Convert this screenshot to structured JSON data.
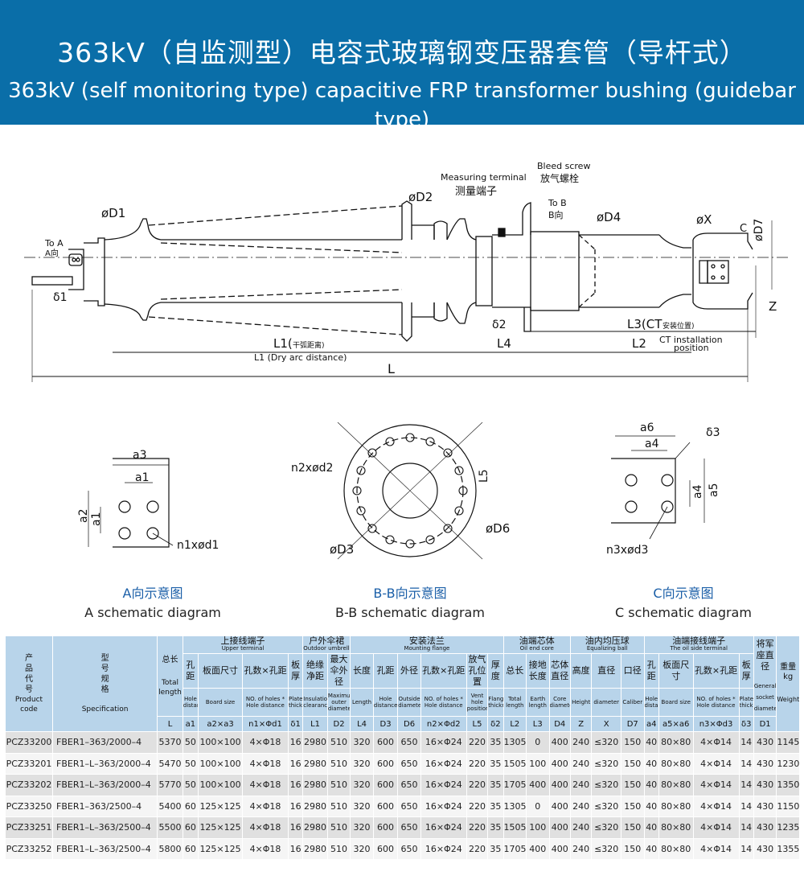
{
  "title": {
    "cn": "363kV（自监测型）电容式玻璃钢变压器套管（导杆式）",
    "en": "363kV (self monitoring type) capacitive FRP transformer bushing (guidebar type)"
  },
  "drawing": {
    "to_a": "To A",
    "to_a_cn": "A向",
    "d1_dim": "øD1",
    "delta1": "δ1",
    "d2_dim": "øD2",
    "measuring_terminal": "Measuring terminal",
    "measuring_terminal_cn": "测量端子",
    "bleed_screw": "Bleed screw",
    "bleed_screw_cn": "放气螺栓",
    "to_b": "To B",
    "to_b_cn": "B向",
    "d4_dim": "øD4",
    "x_dim": "øX",
    "c_label": "C",
    "d7_dim": "øD7",
    "z_label": "Z",
    "delta2": "δ2",
    "l4": "L4",
    "l2": "L2",
    "l3": "L3(CT",
    "l3_cn": "安装位置)",
    "ct_install": "CT installation",
    "ct_position": "position",
    "l1": "L1(",
    "l1_cn": "干弧距离)",
    "l1_en": "L1 (Dry arc distance)",
    "l": "L"
  },
  "views": {
    "a": {
      "a3": "a3",
      "a1h": "a1",
      "a2": "a2",
      "a1v": "a1",
      "n1": "n1xød1",
      "cap_cn": "A向示意图",
      "cap_en": "A  schematic diagram"
    },
    "b": {
      "n2": "n2xød2",
      "l5": "L5",
      "d6": "øD6",
      "d3": "øD3",
      "cap_cn": "B-B向示意图",
      "cap_en": "B-B  schematic diagram"
    },
    "c": {
      "a6": "a6",
      "a4h": "a4",
      "d3": "δ3",
      "a4v": "a4",
      "a5": "a5",
      "n3": "n3xød3",
      "cap_cn": "C向示意图",
      "cap_en": "C  schematic diagram"
    }
  },
  "table": {
    "groups": [
      {
        "cn": "上接线端子",
        "en": "Upper terminal"
      },
      {
        "cn": "户外伞裙",
        "en": "Outdoor umbrella skirt"
      },
      {
        "cn": "安装法兰",
        "en": "Mounting flange"
      },
      {
        "cn": "油端芯体",
        "en": "Oil end core"
      },
      {
        "cn": "油内均压球",
        "en": "Equalizing ball"
      },
      {
        "cn": "油端接线端子",
        "en": "The oil side terminal"
      }
    ],
    "lead": {
      "code_cn": "产品代号",
      "code_en": "Product code",
      "spec_cn": "型号规格",
      "spec_en": "Specification",
      "total_cn": "总长",
      "total_en": "Total length",
      "weight_cn": "重量kg",
      "weight_en": "Weight"
    },
    "cols": [
      {
        "cn": "孔距",
        "en": "Hole distance",
        "sym": "a1"
      },
      {
        "cn": "板面尺寸",
        "en": "Board size",
        "sym": "a2×a3"
      },
      {
        "cn": "孔数×孔距",
        "en": "NO. of holes * Hole distance",
        "sym": "n1×Φd1"
      },
      {
        "cn": "板厚",
        "en": "Plate thickness",
        "sym": "δ1"
      },
      {
        "cn": "绝缘净距",
        "en": "Insulation clearance",
        "sym": "L1"
      },
      {
        "cn": "最大伞外径",
        "en": "Maximum outer diameter",
        "sym": "D2"
      },
      {
        "cn": "长度",
        "en": "Length",
        "sym": "L4"
      },
      {
        "cn": "孔距",
        "en": "Hole distance",
        "sym": "D3"
      },
      {
        "cn": "外径",
        "en": "Outside diameter",
        "sym": "D6"
      },
      {
        "cn": "孔数×孔距",
        "en": "NO. of holes * Hole distance",
        "sym": "n2×Φd2"
      },
      {
        "cn": "放气孔位置",
        "en": "Vent hole position",
        "sym": "L5"
      },
      {
        "cn": "厚度",
        "en": "Flange thickness",
        "sym": "δ2"
      },
      {
        "cn": "总长",
        "en": "Total length",
        "sym": "L2"
      },
      {
        "cn": "接地长度",
        "en": "Earth length",
        "sym": "L3"
      },
      {
        "cn": "芯体直径",
        "en": "Core diameter",
        "sym": "D4"
      },
      {
        "cn": "高度",
        "en": "Height",
        "sym": "Z"
      },
      {
        "cn": "直径",
        "en": "diameter",
        "sym": "X"
      },
      {
        "cn": "口径",
        "en": "Caliber",
        "sym": "D7"
      },
      {
        "cn": "孔距",
        "en": "Hole distance",
        "sym": "a4"
      },
      {
        "cn": "板面尺寸",
        "en": "Board size",
        "sym": "a5×a6"
      },
      {
        "cn": "孔数×孔距",
        "en": "NO. of holes * Hole distance",
        "sym": "n3×Φd3"
      },
      {
        "cn": "板厚",
        "en": "Plate thickness",
        "sym": "δ3"
      },
      {
        "cn": "将军座直径",
        "en": "General socket diameter",
        "sym": "D1"
      }
    ],
    "lead_syms": {
      "total": "L"
    },
    "rows": [
      [
        "PCZ33200",
        "FBER1–363/2000–4",
        "5370",
        "50",
        "100×100",
        "4×Φ18",
        "16",
        "2980",
        "510",
        "320",
        "600",
        "650",
        "16×Φ24",
        "220",
        "35",
        "1305",
        "0",
        "400",
        "240",
        "≤320",
        "150",
        "40",
        "80×80",
        "4×Φ14",
        "14",
        "430",
        "1145"
      ],
      [
        "PCZ33201",
        "FBER1–L–363/2000–4",
        "5470",
        "50",
        "100×100",
        "4×Φ18",
        "16",
        "2980",
        "510",
        "320",
        "600",
        "650",
        "16×Φ24",
        "220",
        "35",
        "1505",
        "100",
        "400",
        "240",
        "≤320",
        "150",
        "40",
        "80×80",
        "4×Φ14",
        "14",
        "430",
        "1230"
      ],
      [
        "PCZ33202",
        "FBER1–L–363/2000–4",
        "5770",
        "50",
        "100×100",
        "4×Φ18",
        "16",
        "2980",
        "510",
        "320",
        "600",
        "650",
        "16×Φ24",
        "220",
        "35",
        "1705",
        "400",
        "400",
        "240",
        "≤320",
        "150",
        "40",
        "80×80",
        "4×Φ14",
        "14",
        "430",
        "1350"
      ],
      [
        "PCZ33250",
        "FBER1–363/2500–4",
        "5400",
        "60",
        "125×125",
        "4×Φ18",
        "16",
        "2980",
        "510",
        "320",
        "600",
        "650",
        "16×Φ24",
        "220",
        "35",
        "1305",
        "0",
        "400",
        "240",
        "≤320",
        "150",
        "40",
        "80×80",
        "4×Φ14",
        "14",
        "430",
        "1150"
      ],
      [
        "PCZ33251",
        "FBER1–L–363/2500–4",
        "5500",
        "60",
        "125×125",
        "4×Φ18",
        "16",
        "2980",
        "510",
        "320",
        "600",
        "650",
        "16×Φ24",
        "220",
        "35",
        "1505",
        "100",
        "400",
        "240",
        "≤320",
        "150",
        "40",
        "80×80",
        "4×Φ14",
        "14",
        "430",
        "1235"
      ],
      [
        "PCZ33252",
        "FBER1–L–363/2500–4",
        "5800",
        "60",
        "125×125",
        "4×Φ18",
        "16",
        "2980",
        "510",
        "320",
        "600",
        "650",
        "16×Φ24",
        "220",
        "35",
        "1705",
        "400",
        "400",
        "240",
        "≤320",
        "150",
        "40",
        "80×80",
        "4×Φ14",
        "14",
        "430",
        "1355"
      ]
    ]
  }
}
